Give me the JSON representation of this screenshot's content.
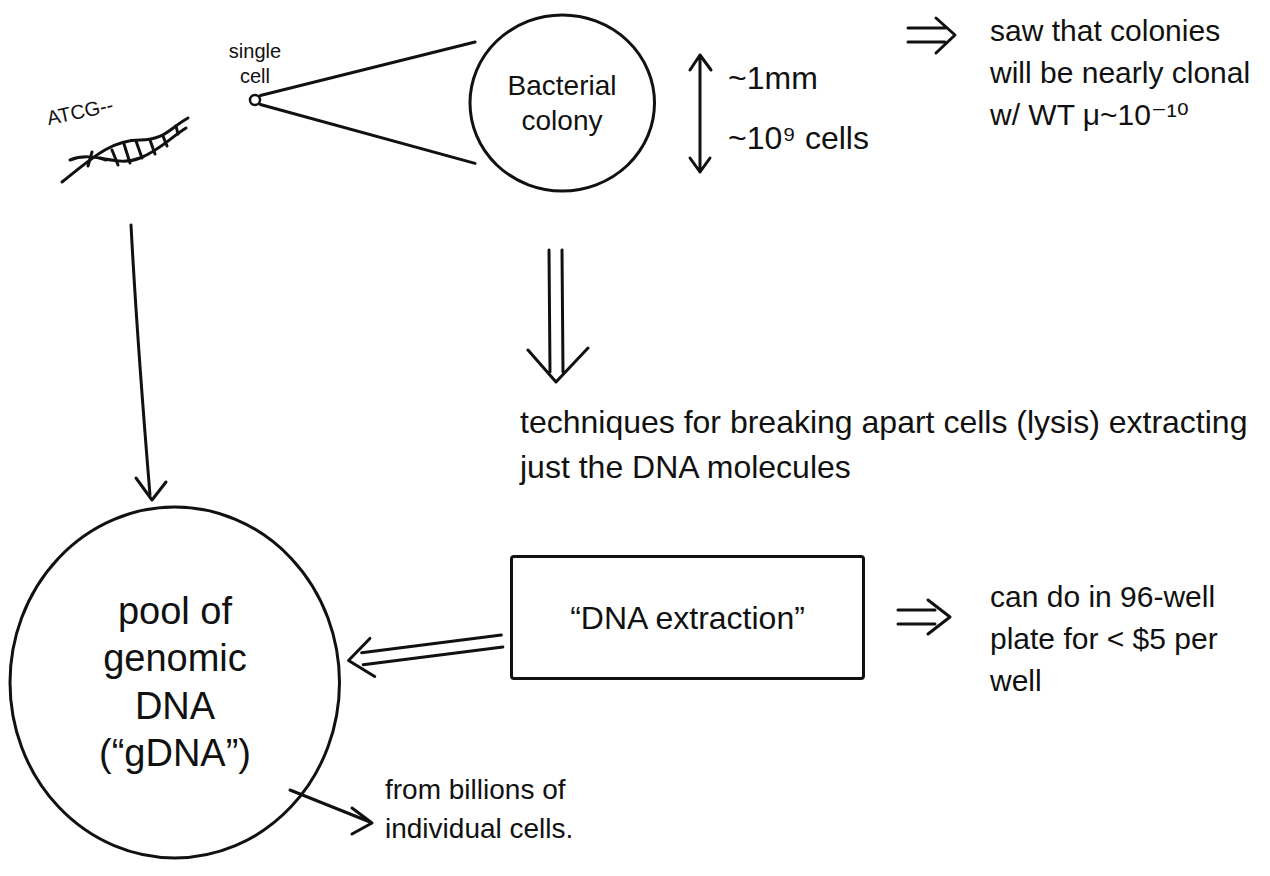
{
  "diagram": {
    "nodes": [
      {
        "text": [
          "single cell"
        ]
      },
      {
        "text": [
          "Bacterial colony"
        ]
      },
      {
        "text": [
          "“DNA extraction”"
        ]
      },
      {
        "text": [
          "pool of genomic DNA (“gDNA”)"
        ]
      }
    ],
    "edges": [
      {
        "from": 0,
        "to": 1,
        "arrow": "none"
      },
      {
        "from": 2,
        "to": 3,
        "arrow": "to"
      }
    ],
    "labels": [
      "ATCG--",
      "~1mm",
      "~10⁹ cells",
      "saw that colonies will be nearly clonal w/ WT μ~10⁻¹⁰",
      "techniques for breaking apart cells (lysis) extracting just the DNA molecules",
      "can do in 96-well plate for < $5 per well",
      "from billions of individual cells."
    ]
  }
}
